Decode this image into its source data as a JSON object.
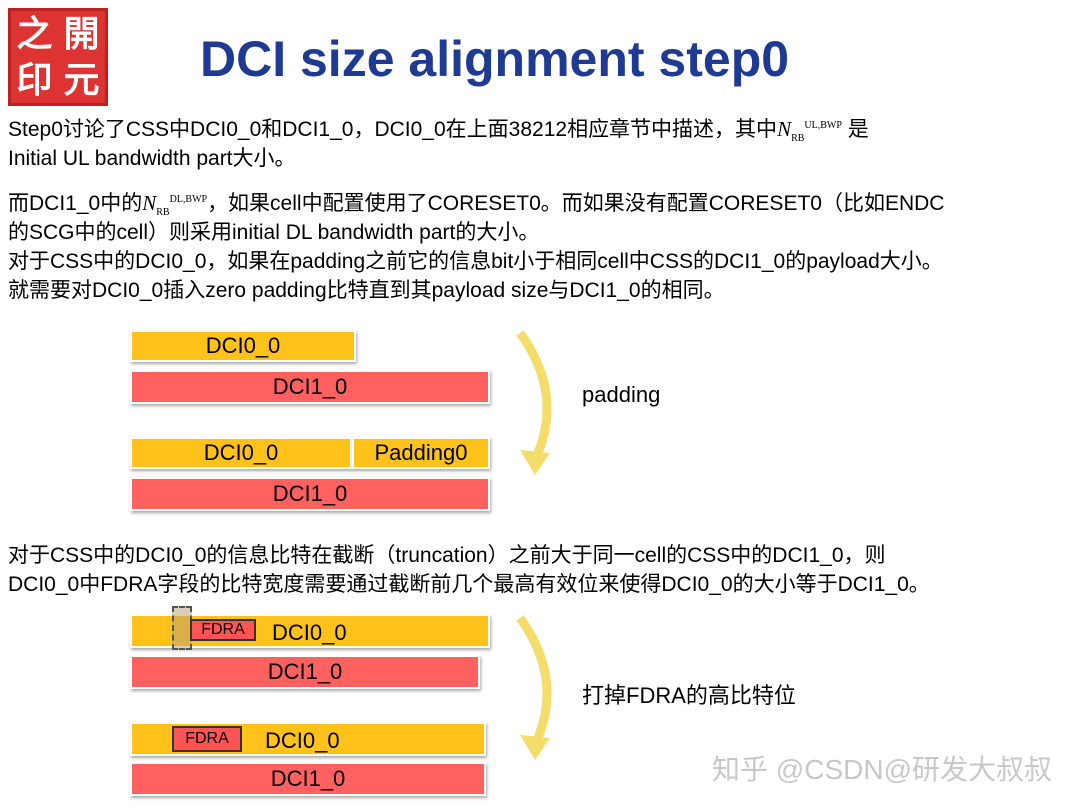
{
  "logo": {
    "chars": [
      "之",
      "開",
      "印",
      "元"
    ]
  },
  "title": "DCI size alignment step0",
  "para1": {
    "line1a": "Step0讨论了CSS中DCI0_0和DCI1_0，DCI0_0在上面38212相应章节中描述，其中",
    "sym": "N",
    "sub": "RB",
    "sup": "UL,BWP",
    "line1b": " 是",
    "line2": "Initial UL bandwidth part大小。"
  },
  "para2": {
    "line1a": "而DCI1_0中的",
    "sym": "N",
    "sub": "RB",
    "sup": "DL,BWP",
    "line1b": "，如果cell中配置使用了CORESET0。而如果没有配置CORESET0（比如ENDC",
    "line2": "的SCG中的cell）则采用initial DL bandwidth part的大小。",
    "line3": "对于CSS中的DCI0_0，如果在padding之前它的信息bit小于相同cell中CSS的DCI1_0的payload大小。",
    "line4": "就需要对DCI0_0插入zero padding比特直到其payload size与DCI1_0的相同。"
  },
  "diagram1": {
    "dci0": "DCI0_0",
    "dci1": "DCI1_0",
    "padding_block": "Padding0",
    "arrow_label": "padding"
  },
  "para3": {
    "line1": "对于CSS中的DCI0_0的信息比特在截断（truncation）之前大于同一cell的CSS中的DCI1_0，则",
    "line2": "DCI0_0中FDRA字段的比特宽度需要通过截断前几个最高有效位来使得DCI0_0的大小等于DCI1_0。"
  },
  "diagram2": {
    "dci0": "DCI0_0",
    "dci1": "DCI1_0",
    "fdra": "FDRA",
    "arrow_label": "打掉FDRA的高比特位"
  },
  "watermark": "知乎 @CSDN@研发大叔叔",
  "colors": {
    "title": "#1f3a93",
    "yellow": "#ffc21a",
    "red": "#ff6060"
  }
}
